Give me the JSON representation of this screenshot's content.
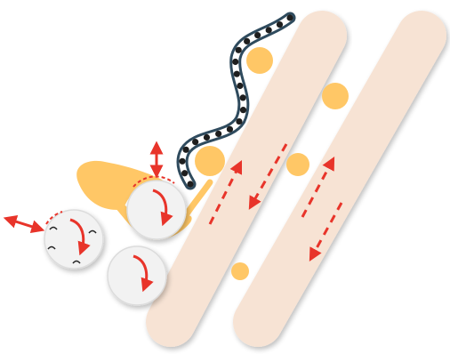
{
  "colors": {
    "rod_fill": "#f7e3d4",
    "rod_shadow": "#cfcfcf",
    "blob": "#ffc766",
    "chain_outer": "#2f4b5e",
    "chain_inner": "#ffffff",
    "chain_bead": "#1e1e1e",
    "arrow": "#e8342a",
    "disc_fill": "#f2f2f2",
    "disc_edge": "#ffffff"
  },
  "icons": {
    "rod": "rounded-filament",
    "chain": "bead-chain",
    "motor": "rotor-disc",
    "arrow": "direction-arrow"
  }
}
